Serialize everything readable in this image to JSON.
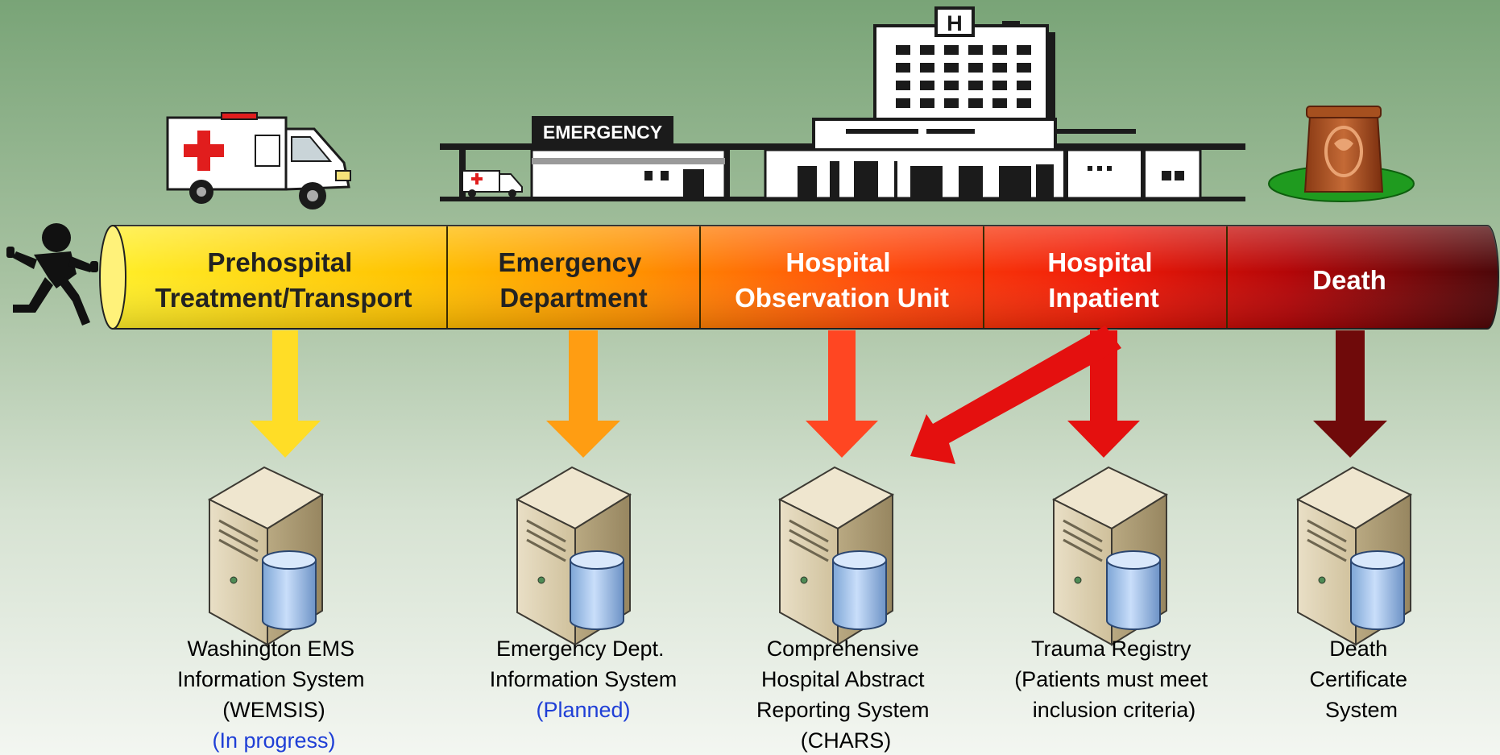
{
  "sign_text": "EMERGENCY",
  "hospital_sign": "H",
  "stages": [
    {
      "lines": [
        "Prehospital",
        "Treatment/Transport"
      ]
    },
    {
      "lines": [
        "Emergency",
        "Department"
      ]
    },
    {
      "lines": [
        "Hospital",
        "Observation Unit"
      ]
    },
    {
      "lines": [
        "Hospital",
        "Inpatient"
      ]
    },
    {
      "lines": [
        "Death"
      ]
    }
  ],
  "systems": [
    {
      "lines": [
        "Washington EMS",
        "Information System",
        "(WEMSIS)"
      ],
      "note": "(In progress)"
    },
    {
      "lines": [
        "Emergency Dept.",
        "Information System"
      ],
      "note": "(Planned)"
    },
    {
      "lines": [
        "Comprehensive",
        "Hospital Abstract",
        "Reporting System",
        "(CHARS)"
      ],
      "note": ""
    },
    {
      "lines": [
        "Trauma Registry",
        "(Patients must meet",
        "inclusion criteria)"
      ],
      "note": ""
    },
    {
      "lines": [
        "Death",
        "Certificate",
        "System"
      ],
      "note": ""
    }
  ],
  "colors": {
    "stage_gradient": [
      "#ffe71a",
      "#ffa800",
      "#ff6a00",
      "#ff1e00",
      "#c80000",
      "#520808"
    ],
    "arrow_colors": [
      "#ffdc25",
      "#ff9e14",
      "#ff4420",
      "#e60f0f",
      "#6e0a0a"
    ],
    "note_text": "#1f3fd6"
  },
  "icons": [
    "ambulance-icon",
    "emergency-building-icon",
    "hospital-building-icon",
    "urn-icon",
    "running-person-icon",
    "server-database-icon"
  ]
}
